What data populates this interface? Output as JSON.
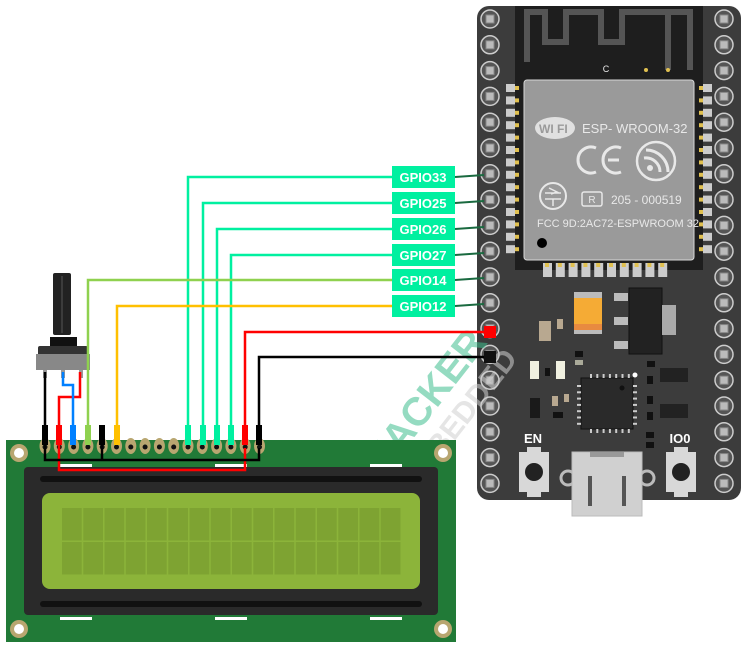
{
  "diagram": {
    "title": "ESP32 to 16x2 LCD wiring diagram",
    "esp32": {
      "module_brand": "WI FI",
      "module_name": "ESP- WROOM-32",
      "cert_number": "205 - 000519",
      "fcc_id": "FCC 9D:2AC72-ESPWROOM 32",
      "antenna_label": "C",
      "button_en": "EN",
      "button_io0": "IO0",
      "ce_mark": "CE",
      "registered_mark": "R"
    },
    "gpio_labels": [
      "GPIO33",
      "GPIO25",
      "GPIO26",
      "GPIO27",
      "GPIO14",
      "GPIO12"
    ],
    "wires": [
      {
        "from": "GPIO33",
        "to": "LCD D4",
        "color": "#00f0a0"
      },
      {
        "from": "GPIO25",
        "to": "LCD D5",
        "color": "#00f0a0"
      },
      {
        "from": "GPIO26",
        "to": "LCD D6",
        "color": "#00f0a0"
      },
      {
        "from": "GPIO27",
        "to": "LCD D7",
        "color": "#00f0a0"
      },
      {
        "from": "GPIO14",
        "to": "LCD RS",
        "color": "#8fd14f"
      },
      {
        "from": "GPIO12",
        "to": "LCD E",
        "color": "#ffc000"
      },
      {
        "from": "VIN",
        "to": "LCD VDD / A",
        "color": "#ff0000"
      },
      {
        "from": "GND",
        "to": "LCD VSS / RW / K",
        "color": "#000000"
      },
      {
        "from": "Potentiometer wiper",
        "to": "LCD V0",
        "color": "#0080ff"
      }
    ],
    "lcd": {
      "columns": 16,
      "rows": 2,
      "backlight_color": "#8cb43a",
      "pcb_color": "#217a37"
    },
    "watermark": {
      "line1": "HACKER",
      "line2": "EMBEDDED"
    },
    "colors": {
      "gpio_label_bg": "#00f0a0",
      "board_bg": "#3c3c3c",
      "pcb_green": "#217a37"
    }
  }
}
